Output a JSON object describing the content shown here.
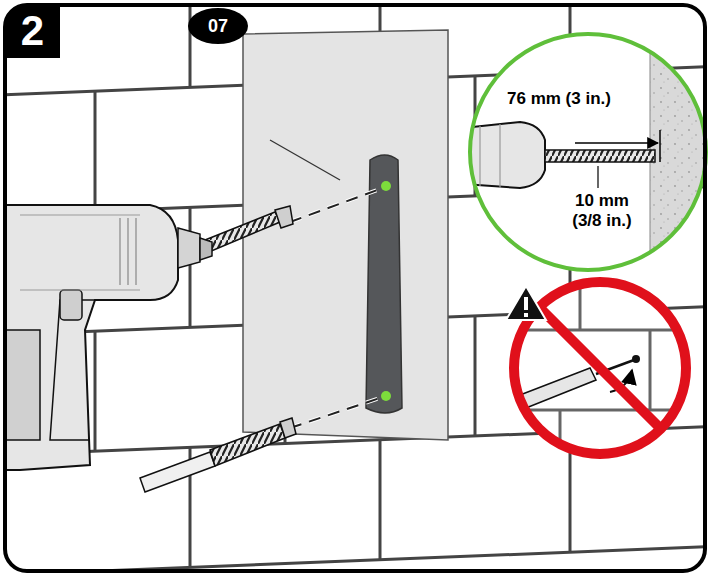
{
  "diagram": {
    "labels": [
      "2",
      "07",
      "76 mm (3 in.)",
      "10 mm (3/8 in.)"
    ]
  }
}
